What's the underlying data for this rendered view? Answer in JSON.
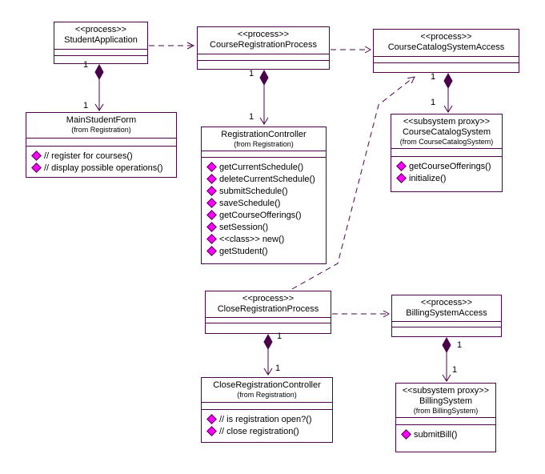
{
  "diagram": {
    "kind": "uml-process-diagram",
    "background_color": "#ffffff",
    "line_color": "#4a044a",
    "operation_icon_color": "#ff00ff"
  },
  "nodes": {
    "studentApplication": {
      "stereotype": "<<process>>",
      "name": "StudentApplication"
    },
    "courseRegistrationProcess": {
      "stereotype": "<<process>>",
      "name": "CourseRegistrationProcess"
    },
    "courseCatalogSystemAccess": {
      "stereotype": "<<process>>",
      "name": "CourseCatalogSystemAccess"
    },
    "mainStudentForm": {
      "name": "MainStudentForm",
      "from": "(from Registration)",
      "operations": [
        "// register for courses()",
        "// display possible operations()"
      ]
    },
    "registrationController": {
      "name": "RegistrationController",
      "from": "(from Registration)",
      "operations": [
        "getCurrentSchedule()",
        "deleteCurrentSchedule()",
        "submitSchedule()",
        "saveSchedule()",
        "getCourseOfferings()",
        "setSession()",
        "<<class>> new()",
        "getStudent()"
      ]
    },
    "courseCatalogSystem": {
      "stereotype": "<<subsystem proxy>>",
      "name": "CourseCatalogSystem",
      "from": "(from CourseCatalogSystem)",
      "operations": [
        "getCourseOfferings()",
        "initialize()"
      ]
    },
    "closeRegistrationProcess": {
      "stereotype": "<<process>>",
      "name": "CloseRegistrationProcess"
    },
    "billingSystemAccess": {
      "stereotype": "<<process>>",
      "name": "BillingSystemAccess"
    },
    "closeRegistrationController": {
      "name": "CloseRegistrationController",
      "from": "(from Registration)",
      "operations": [
        "// is registration open?()",
        "// close registration()"
      ]
    },
    "billingSystem": {
      "stereotype": "<<subsystem proxy>>",
      "name": "BillingSystem",
      "from": "(from BillingSystem)",
      "operations": [
        "submitBill()"
      ]
    }
  },
  "relationships": [
    {
      "type": "dependency",
      "from": "StudentApplication",
      "to": "CourseRegistrationProcess"
    },
    {
      "type": "dependency",
      "from": "CourseRegistrationProcess",
      "to": "CourseCatalogSystemAccess"
    },
    {
      "type": "dependency",
      "from": "CloseRegistrationProcess",
      "to": "CourseCatalogSystemAccess"
    },
    {
      "type": "dependency",
      "from": "CloseRegistrationProcess",
      "to": "BillingSystemAccess"
    },
    {
      "type": "composition",
      "from": "StudentApplication",
      "to": "MainStudentForm",
      "from_multiplicity": "1",
      "to_multiplicity": "1"
    },
    {
      "type": "composition",
      "from": "CourseRegistrationProcess",
      "to": "RegistrationController",
      "from_multiplicity": "1",
      "to_multiplicity": "1"
    },
    {
      "type": "composition",
      "from": "CourseCatalogSystemAccess",
      "to": "CourseCatalogSystem",
      "from_multiplicity": "1",
      "to_multiplicity": "1"
    },
    {
      "type": "composition",
      "from": "CloseRegistrationProcess",
      "to": "CloseRegistrationController",
      "from_multiplicity": "1",
      "to_multiplicity": "1"
    },
    {
      "type": "composition",
      "from": "BillingSystemAccess",
      "to": "BillingSystem",
      "from_multiplicity": "1",
      "to_multiplicity": "1"
    }
  ]
}
